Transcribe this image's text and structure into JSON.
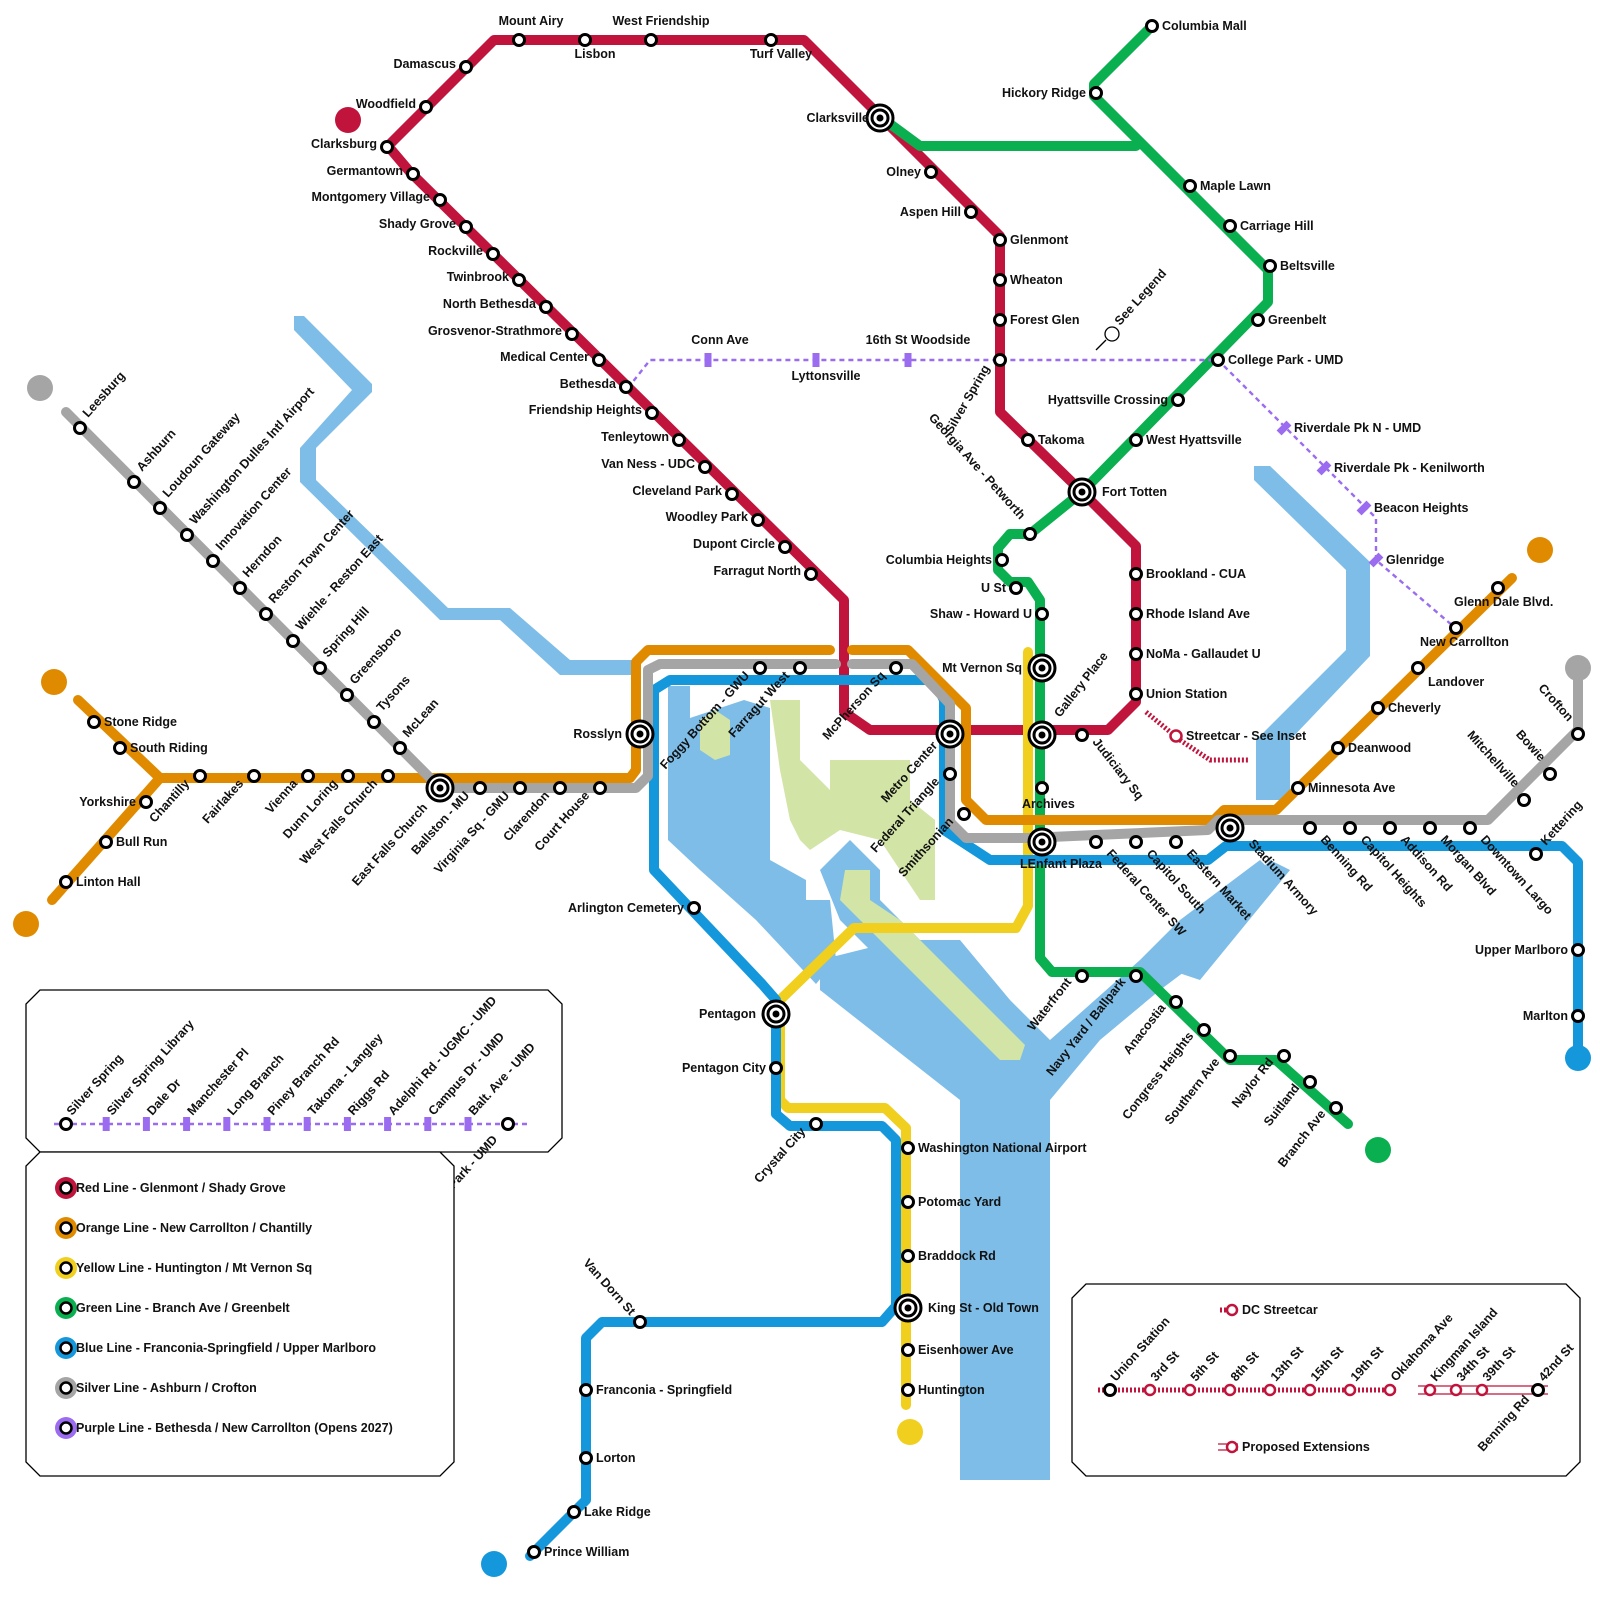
{
  "lines": {
    "red": {
      "color": "#c0143c"
    },
    "orange": {
      "color": "#e08a00"
    },
    "yellow": {
      "color": "#f0cf1e"
    },
    "green": {
      "color": "#0aaf50"
    },
    "blue": {
      "color": "#1497db"
    },
    "silver": {
      "color": "#a5a5a5"
    },
    "purple": {
      "color": "#9b6cf0"
    }
  },
  "stations": {
    "mount_airy": "Mount Airy",
    "west_friendship": "West Friendship",
    "damascus": "Damascus",
    "lisbon": "Lisbon",
    "turf_valley": "Turf Valley",
    "woodfield": "Woodfield",
    "clarksburg": "Clarksburg",
    "germantown": "Germantown",
    "montgomery_village": "Montgomery Village",
    "shady_grove": "Shady Grove",
    "rockville": "Rockville",
    "twinbrook": "Twinbrook",
    "north_bethesda": "North Bethesda",
    "grosvenor": "Grosvenor-Strathmore",
    "medical_center": "Medical Center",
    "bethesda": "Bethesda",
    "friendship_heights": "Friendship Heights",
    "tenleytown": "Tenleytown",
    "van_ness": "Van Ness - UDC",
    "cleveland_park": "Cleveland Park",
    "woodley_park": "Woodley Park",
    "dupont_circle": "Dupont Circle",
    "farragut_north": "Farragut North",
    "clarksville": "Clarksville",
    "olney": "Olney",
    "aspen_hill": "Aspen Hill",
    "glenmont": "Glenmont",
    "wheaton": "Wheaton",
    "forest_glen": "Forest Glen",
    "silver_spring": "Silver Spring",
    "takoma": "Takoma",
    "fort_totten": "Fort Totten",
    "brookland": "Brookland - CUA",
    "rhode_island": "Rhode Island Ave",
    "noma": "NoMa - Gallaudet U",
    "union_station": "Union Station",
    "streetcar_inset": "Streetcar - See Inset",
    "columbia_mall": "Columbia Mall",
    "hickory_ridge": "Hickory Ridge",
    "maple_lawn": "Maple Lawn",
    "carriage_hill": "Carriage Hill",
    "beltsville": "Beltsville",
    "greenbelt": "Greenbelt",
    "college_park": "College Park - UMD",
    "hyattsville_crossing": "Hyattsville Crossing",
    "west_hyattsville": "West Hyattsville",
    "georgia_ave": "Georgia Ave - Petworth",
    "columbia_heights": "Columbia Heights",
    "u_st": "U St",
    "shaw": "Shaw - Howard U",
    "mt_vernon_sq": "Mt Vernon Sq",
    "gallery_place": "Gallery Place",
    "judiciary_sq": "Judiciary Sq",
    "archives": "Archives",
    "lenfant_plaza": "LEnfant Plaza",
    "waterfront": "Waterfront",
    "navy_yard": "Navy Yard / Ballpark",
    "anacostia": "Anacostia",
    "congress_heights": "Congress Heights",
    "southern_ave": "Southern Ave",
    "naylor_rd": "Naylor Rd",
    "suitland": "Suitland",
    "branch_ave": "Branch Ave",
    "conn_ave": "Conn Ave",
    "lyttonsville": "Lyttonsville",
    "sixteenth_st": "16th St Woodside",
    "see_legend": "See Legend",
    "riverdale_n": "Riverdale Pk N - UMD",
    "riverdale_k": "Riverdale Pk - Kenilworth",
    "beacon_heights": "Beacon Heights",
    "glenridge": "Glenridge",
    "new_carrollton": "New Carrollton",
    "glenn_dale": "Glenn Dale Blvd.",
    "landover": "Landover",
    "cheverly": "Cheverly",
    "deanwood": "Deanwood",
    "minnesota_ave": "Minnesota Ave",
    "stadium_armory": "Stadium Armory",
    "benning_rd": "Benning Rd",
    "capitol_heights": "Capitol Heights",
    "addison_rd": "Addison Rd",
    "morgan_blvd": "Morgan Blvd",
    "downtown_largo": "Downtown Largo",
    "kettering": "Kettering",
    "upper_marlboro": "Upper Marlboro",
    "marlton": "Marlton",
    "crofton": "Crofton",
    "bowie": "Bowie",
    "mitchellville": "Mitchellville",
    "federal_center": "Federal Center SW",
    "capitol_south": "Capitol South",
    "eastern_market": "Eastern Market",
    "leesburg": "Leesburg",
    "ashburn": "Ashburn",
    "loudoun_gateway": "Loudoun Gateway",
    "dulles_airport": "Washington Dulles Intl Airport",
    "innovation_center": "Innovation Center",
    "herndon": "Herndon",
    "reston_town": "Reston Town Center",
    "wiehle": "Wiehle - Reston East",
    "spring_hill": "Spring Hill",
    "greensboro": "Greensboro",
    "tysons": "Tysons",
    "mclean": "McLean",
    "stone_ridge": "Stone Ridge",
    "south_riding": "South Riding",
    "yorkshire": "Yorkshire",
    "bull_run": "Bull Run",
    "linton_hall": "Linton Hall",
    "chantilly": "Chantilly",
    "fairlakes": "Fairlakes",
    "vienna": "Vienna",
    "dunn_loring": "Dunn Loring",
    "west_falls_church": "West Falls Church",
    "east_falls_church": "East Falls Church",
    "ballston": "Ballston - MU",
    "virginia_sq": "Virginia Sq - GMU",
    "clarendon": "Clarendon",
    "court_house": "Court House",
    "rosslyn": "Rosslyn",
    "foggy_bottom": "Foggy Bottom - GWU",
    "farragut_west": "Farragut West",
    "mcpherson_sq": "McPherson Sq",
    "metro_center": "Metro Center",
    "federal_triangle": "Federal Triangle",
    "smithsonian": "Smithsonian",
    "arlington_cemetery": "Arlington Cemetery",
    "pentagon": "Pentagon",
    "pentagon_city": "Pentagon City",
    "crystal_city": "Crystal City",
    "national_airport": "Washington National Airport",
    "potomac_yard": "Potomac Yard",
    "braddock_rd": "Braddock Rd",
    "king_st": "King St - Old Town",
    "eisenhower_ave": "Eisenhower Ave",
    "huntington": "Huntington",
    "van_dorn": "Van Dorn St",
    "franconia": "Franconia - Springfield",
    "lorton": "Lorton",
    "lake_ridge": "Lake Ridge",
    "prince_william": "Prince William"
  },
  "purple_legend": {
    "stops": [
      "Silver Spring",
      "Silver Spring Library",
      "Dale Dr",
      "Manchester Pl",
      "Long Branch",
      "Piney Branch Rd",
      "Takoma - Langley",
      "Riggs Rd",
      "Adelphi Rd - UGMC - UMD",
      "Campus Dr - UMD",
      "Balt. Ave - UMD",
      "College Park - UMD"
    ]
  },
  "legend": {
    "items": [
      {
        "line": "red",
        "label": "Red Line - Glenmont / Shady Grove"
      },
      {
        "line": "orange",
        "label": "Orange Line - New Carrollton / Chantilly"
      },
      {
        "line": "yellow",
        "label": "Yellow Line - Huntington / Mt Vernon Sq"
      },
      {
        "line": "green",
        "label": "Green Line - Branch Ave / Greenbelt"
      },
      {
        "line": "blue",
        "label": "Blue Line - Franconia-Springfield / Upper Marlboro"
      },
      {
        "line": "silver",
        "label": "Silver Line - Ashburn / Crofton"
      },
      {
        "line": "purple",
        "label": "Purple Line - Bethesda / New Carrollton (Opens 2027)"
      }
    ]
  },
  "streetcar": {
    "title": "DC Streetcar",
    "stops": [
      "Union Station",
      "3rd St",
      "5th St",
      "8th St",
      "13th St",
      "15th St",
      "19th St",
      "Oklahoma Ave"
    ],
    "proposed_stops": [
      "Kingman Island",
      "34th St",
      "39th St"
    ],
    "terminus": [
      "42nd St",
      "Benning Rd"
    ],
    "proposed_label": "Proposed Extensions"
  }
}
